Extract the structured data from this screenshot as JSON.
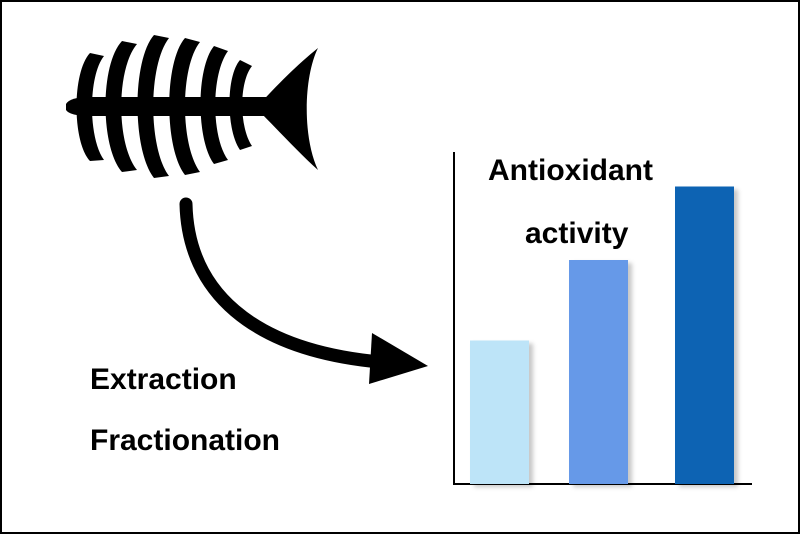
{
  "labels": {
    "step1": "Extraction",
    "step2": "Fractionation",
    "chart_label_line1": "Antioxidant",
    "chart_label_line2": "activity"
  },
  "icons": {
    "source": "fish-skeleton-icon",
    "flow": "curved-arrow-icon"
  },
  "colors": {
    "ink": "#000000",
    "bar_light": "#bde4f8",
    "bar_mid": "#6699e8",
    "bar_dark": "#0a63b3"
  },
  "chart_data": {
    "type": "bar",
    "categories": [
      "",
      "",
      ""
    ],
    "values": [
      0.41,
      0.64,
      0.85
    ],
    "ylim": [
      0,
      1
    ],
    "title": "",
    "xlabel": "",
    "ylabel": "",
    "grid": false
  }
}
